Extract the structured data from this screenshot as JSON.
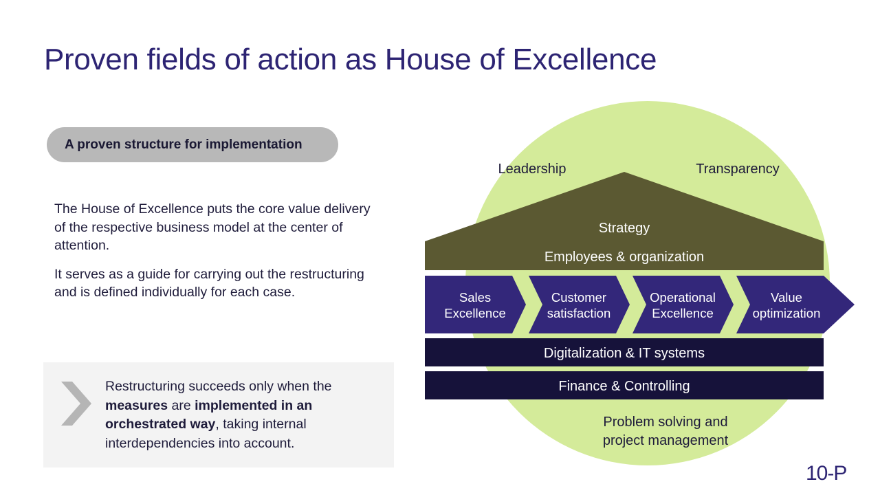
{
  "slide": {
    "title": "Proven fields of action as House of Excellence"
  },
  "left_panel": {
    "pill_label": "A proven structure for implementation",
    "paragraphs": [
      "The House of Excellence puts the core value delivery of the respective business model at the center of attention.",
      "It serves as a guide for carrying out the restructuring and is defined individually for each case."
    ],
    "note": {
      "icon": "chevron-right-icon",
      "text_1": "Restructuring succeeds only when the ",
      "bold_1": "measures",
      "text_2": " are ",
      "bold_2": "implemented in an orchestrated way",
      "text_3": ", taking internal interdependencies into account."
    }
  },
  "house": {
    "leadership": "Leadership",
    "transparency": "Transparency",
    "roof_label": "Strategy",
    "beam_label": "Employees & organization",
    "pillars": [
      {
        "line1": "Sales",
        "line2": "Excellence"
      },
      {
        "line1": "Customer",
        "line2": "satisfaction"
      },
      {
        "line1": "Operational",
        "line2": "Excellence"
      },
      {
        "line1": "Value",
        "line2": "optimization"
      }
    ],
    "base_1": "Digitalization & IT systems",
    "base_2": "Finance & Controlling",
    "bottom_line1": "Problem solving and",
    "bottom_line2": "project management"
  },
  "colors": {
    "title": "#2d2473",
    "circle": "#d4eb9a",
    "roof": "#5b5932",
    "pillar": "#33277a",
    "base": "#16123a",
    "pill": "#b8b8b8",
    "note_bg": "#f3f3f3",
    "chevron": "#b5b5b5"
  },
  "brand": {
    "logo_text": "10-P"
  }
}
